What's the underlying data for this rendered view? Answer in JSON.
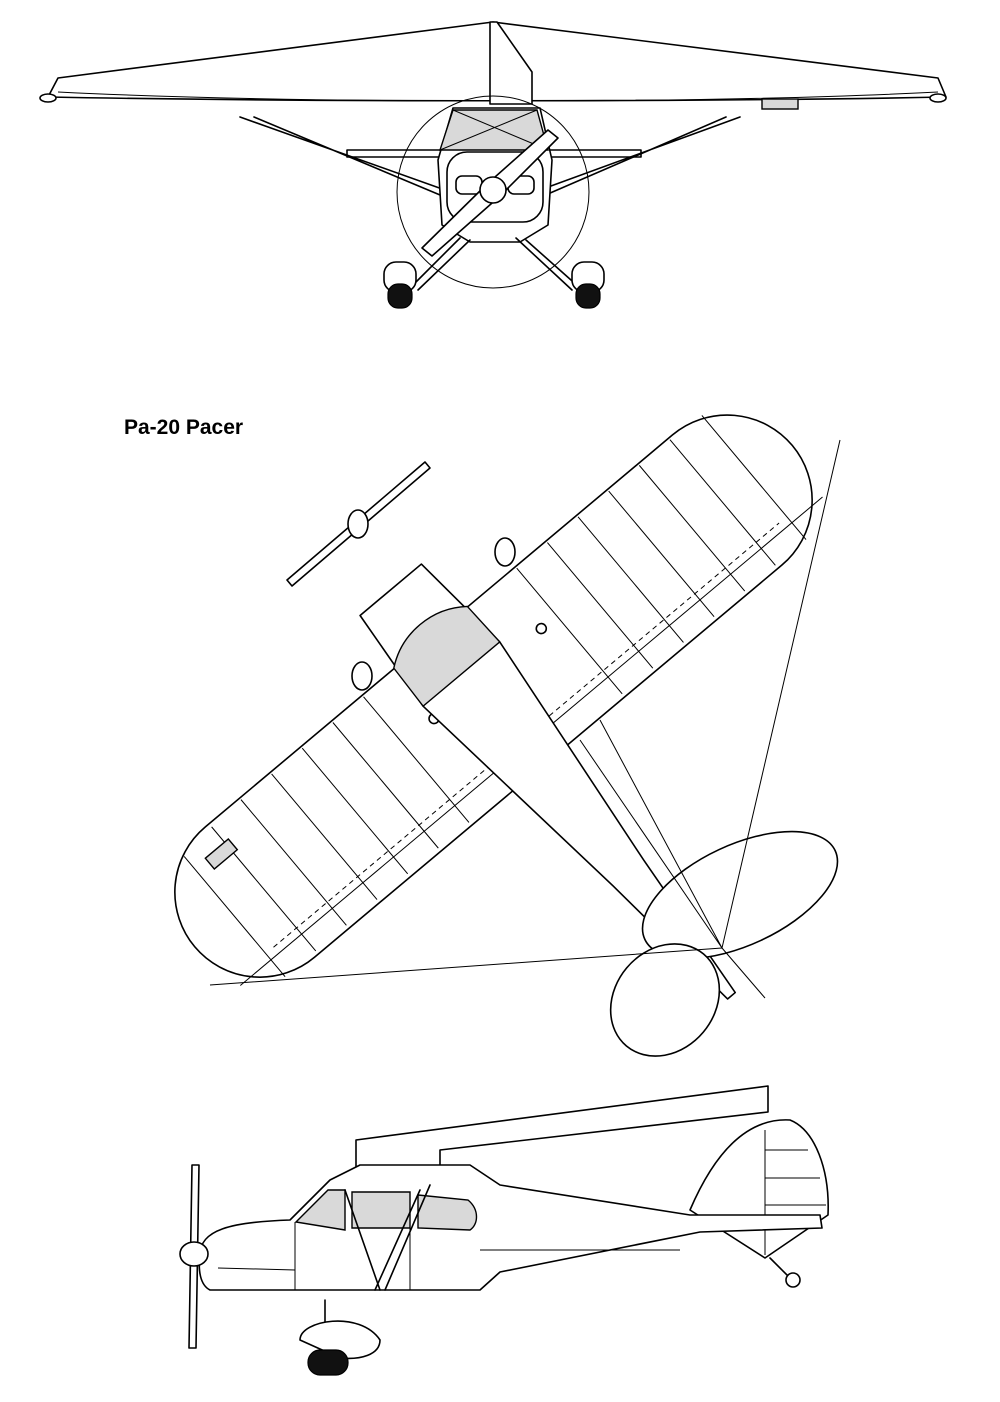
{
  "title": "Pa-20 Pacer",
  "views": [
    "front-view",
    "top-view",
    "side-view"
  ],
  "colors": {
    "line": "#000000",
    "background": "#ffffff",
    "shade": "#d9d9d9"
  }
}
